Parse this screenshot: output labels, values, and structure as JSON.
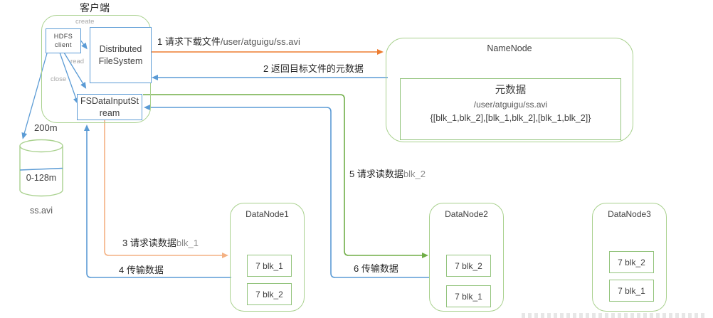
{
  "colors": {
    "blue": "#5B9BD5",
    "green": "#70AD47",
    "green_light": "#A9D18E",
    "green_mid": "#93C47D",
    "orange": "#ED7D31",
    "orange_light": "#F4B183",
    "gray_label": "#A6A6A6",
    "text_dark": "#3F3F3F",
    "text_mid": "#595959",
    "text_gray": "#8C8C8C"
  },
  "client": {
    "title": "客户端",
    "hdfs_client_line1": "HDFS",
    "hdfs_client_line2": "client",
    "distributed_fs": "Distributed FileSystem",
    "fs_data_input_stream": "FSDataInputStream",
    "connector_labels": [
      "create",
      "read",
      "close"
    ]
  },
  "storage": {
    "above_label": "200m",
    "range_label": "0-128m",
    "file_name": "ss.avi"
  },
  "namenode": {
    "title": "NameNode",
    "meta_title": "元数据",
    "meta_path": "/user/atguigu/ss.avi",
    "meta_blocks": "{[blk_1,blk_2],[blk_1,blk_2],[blk_1,blk_2]}"
  },
  "flow_labels": [
    {
      "zh": "1 请求下载文件",
      "en": "/user/atguigu/ss.avi"
    },
    {
      "zh": "2 返回目标文件的元数据",
      "en": ""
    },
    {
      "zh": "3 请求读数据",
      "en": "blk_1"
    },
    {
      "zh": "4 传输数据",
      "en": ""
    },
    {
      "zh": "5 请求读数据",
      "en": "blk_2"
    },
    {
      "zh": "6 传输数据",
      "en": ""
    }
  ],
  "datanodes": [
    {
      "title": "DataNode1",
      "blocks": [
        "7 blk_1",
        "7 blk_2"
      ]
    },
    {
      "title": "DataNode2",
      "blocks": [
        "7 blk_2",
        "7 blk_1"
      ]
    },
    {
      "title": "DataNode3",
      "blocks": [
        "7 blk_2",
        "7 blk_1"
      ]
    }
  ]
}
